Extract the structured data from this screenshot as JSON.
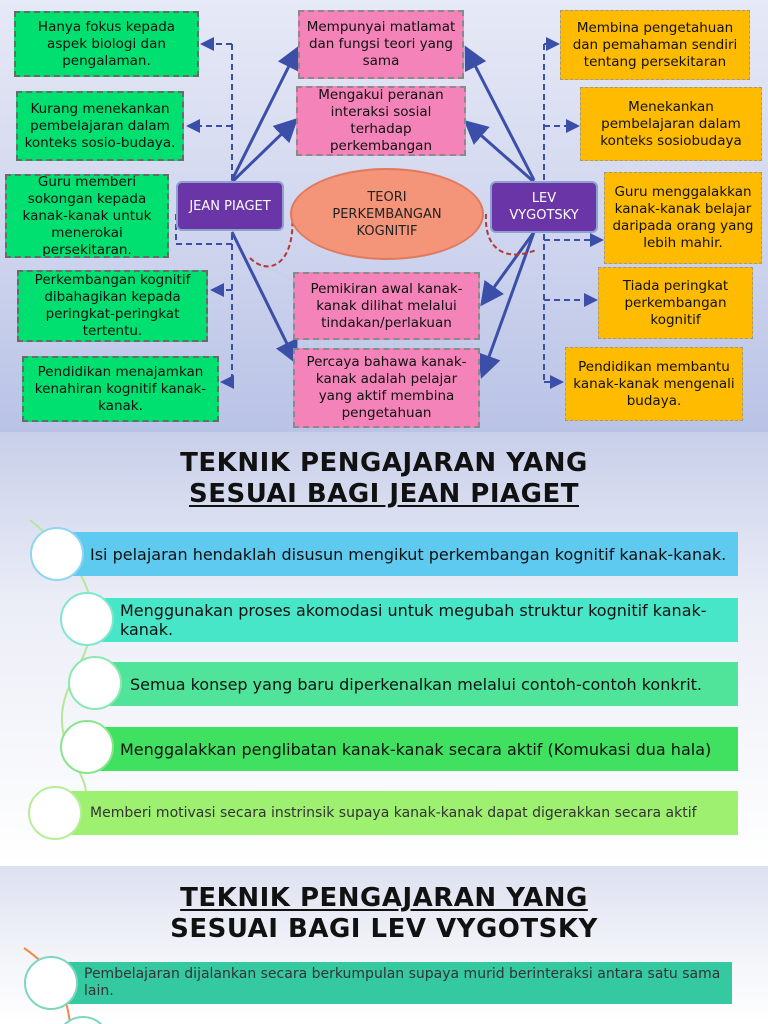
{
  "mindmap": {
    "center": "TEORI PERKEMBANGAN KOGNITIF",
    "piaget_label": "JEAN PIAGET",
    "vygotsky_label": "LEV VYGOTSKY",
    "piaget_points": [
      "Hanya fokus kepada aspek biologi dan pengalaman.",
      "Kurang menekankan pembelajaran dalam konteks sosio-budaya.",
      "Guru memberi sokongan kepada kanak-kanak untuk menerokai persekitaran.",
      "Perkembangan kognitif dibahagikan kepada peringkat-peringkat tertentu.",
      "Pendidikan menajamkan kenahiran kognitif kanak-kanak."
    ],
    "shared_points": [
      "Mempunyai matlamat dan fungsi teori yang sama",
      "Mengakui peranan interaksi sosial terhadap perkembangan",
      "Pemikiran awal kanak-kanak dilihat melalui tindakan/perlakuan",
      "Percaya bahawa kanak-kanak adalah pelajar yang aktif membina pengetahuan"
    ],
    "vygotsky_points": [
      "Membina pengetahuan dan pemahaman sendiri tentang persekitaran",
      "Menekankan pembelajaran dalam konteks sosiobudaya",
      "Guru menggalakkan kanak-kanak belajar daripada orang yang lebih mahir.",
      "Tiada peringkat perkembangan kognitif",
      "Pendidikan membantu kanak-kanak mengenali budaya."
    ]
  },
  "piaget_section": {
    "title_line1": "TEKNIK PENGAJARAN YANG",
    "title_line2": "SESUAI BAGI JEAN  PIAGET",
    "items": [
      "Isi pelajaran hendaklah disusun mengikut perkembangan kognitif kanak-kanak.",
      "Menggunakan proses akomodasi untuk megubah struktur kognitif kanak-kanak.",
      "Semua konsep yang baru diperkenalkan melalui contoh-contoh konkrit.",
      "Menggalakkan penglibatan kanak-kanak secara aktif (Komukasi dua hala)",
      "Memberi motivasi secara instrinsik supaya kanak-kanak dapat digerakkan secara aktif"
    ],
    "colors": [
      "#5fcaf0",
      "#47e6c8",
      "#4fe49a",
      "#40e060",
      "#9ef070"
    ]
  },
  "vygotsky_section": {
    "title_line1": "TEKNIK PENGAJARAN YANG",
    "title_line2": "SESUAI BAGI LEV VYGOTSKY",
    "items": [
      "Pembelajaran dijalankan secara berkumpulan supaya murid berinteraksi antara satu sama lain."
    ],
    "colors": [
      "#35c9a2"
    ]
  }
}
